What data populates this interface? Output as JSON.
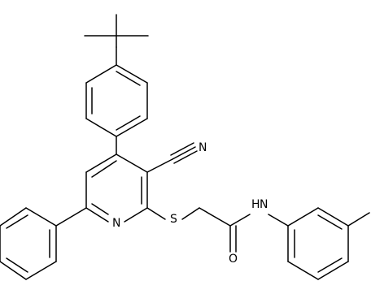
{
  "figure": {
    "atom_labels": {
      "nitrile_n": "N",
      "pyridine_n": "N",
      "thioether_s": "S",
      "amide_nh": "H",
      "amide_nh_n": "N",
      "carbonyl_o": "O"
    },
    "colors": {
      "bond": "#000000",
      "background": "#ffffff"
    }
  }
}
